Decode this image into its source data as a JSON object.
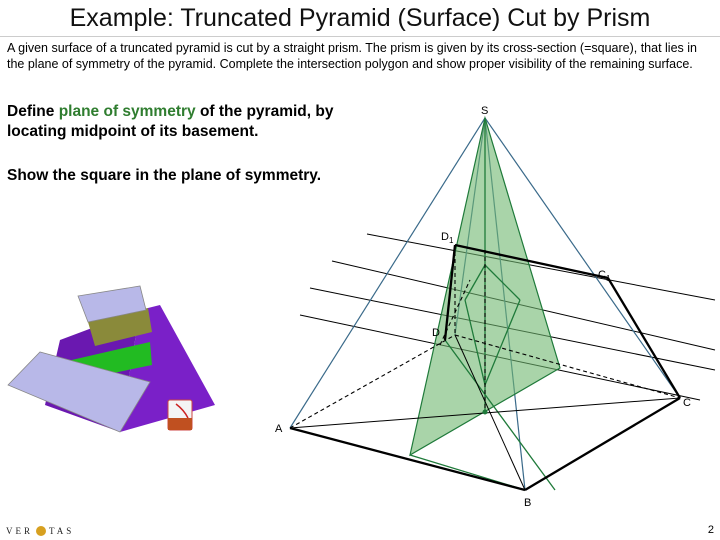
{
  "title": "Example: Truncated Pyramid (Surface) Cut by Prism",
  "intro": "A given surface of a truncated pyramid is cut by a straight prism. The prism is given by its cross-section (=square), that lies in the plane of symmetry of the pyramid. Complete the intersection polygon and show proper visibility of the remaining surface.",
  "define": {
    "prefix": "Define ",
    "highlight": "plane of symmetry",
    "suffix": " of the pyramid, by locating midpoint of its basement."
  },
  "show_text": "Show the square in the plane of symmetry.",
  "labels": {
    "S": "S",
    "D1": "D",
    "D1_sub": "1",
    "C1": "C",
    "C1_sub": "1",
    "D": "D",
    "C": "C",
    "A": "A",
    "B": "B"
  },
  "logo_text": "VER",
  "logo_text2": "TAS",
  "page_number": "2",
  "colors": {
    "green_fill": "#6fb86f",
    "green_line": "#1f7a3a",
    "purple": "#7a20c8",
    "lavender": "#b8b8e8",
    "olive": "#8a8a3a",
    "bright_green": "#22bb22",
    "teal_line": "#3a6a8a"
  },
  "icons": [
    "pdf-document-icon",
    "veritas-logo-icon"
  ]
}
